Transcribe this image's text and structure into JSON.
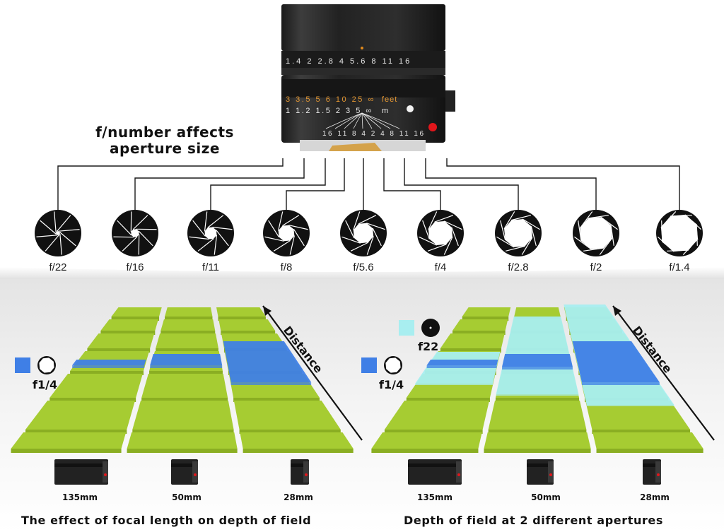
{
  "top": {
    "heading_line1": "f/number affects",
    "heading_line2": "aperture size",
    "apertures": [
      {
        "label": "f/22",
        "open": 0.1
      },
      {
        "label": "f/16",
        "open": 0.2
      },
      {
        "label": "f/11",
        "open": 0.3
      },
      {
        "label": "f/8",
        "open": 0.4
      },
      {
        "label": "f/5.6",
        "open": 0.5
      },
      {
        "label": "f/4",
        "open": 0.6
      },
      {
        "label": "f/2.8",
        "open": 0.7
      },
      {
        "label": "f/2",
        "open": 0.8
      },
      {
        "label": "f/1.4",
        "open": 0.92
      }
    ],
    "lens": {
      "aperture_scale": [
        "1.4",
        "2",
        "2.8",
        "4",
        "5.6",
        "8",
        "11",
        "16"
      ],
      "feet_scale": [
        "3",
        "3.5",
        "5",
        "6",
        "10",
        "25",
        "∞"
      ],
      "feet_label": "feet",
      "meter_scale": [
        "1",
        "1.2",
        "1.5",
        "2",
        "3",
        "5",
        "∞"
      ],
      "meter_label": "m",
      "dof_scale": [
        "16",
        "11",
        "8",
        "4",
        "2",
        "4",
        "8",
        "11",
        "16"
      ]
    }
  },
  "left_panel": {
    "aperture": "f1/4",
    "distance_label": "Distance",
    "lenses": [
      "135mm",
      "50mm",
      "28mm"
    ],
    "caption": "The effect of focal length on depth of field"
  },
  "right_panel": {
    "aperture_small": "f22",
    "aperture_large": "f1/4",
    "distance_label": "Distance",
    "lenses": [
      "135mm",
      "50mm",
      "28mm"
    ],
    "caption": "Depth of field at 2 different apertures"
  },
  "colors": {
    "ground": "#a6cc32",
    "ground_side": "#8aae22",
    "dof_wide_aperture": "#3f7fe6",
    "dof_small_aperture": "#a8eef0"
  }
}
